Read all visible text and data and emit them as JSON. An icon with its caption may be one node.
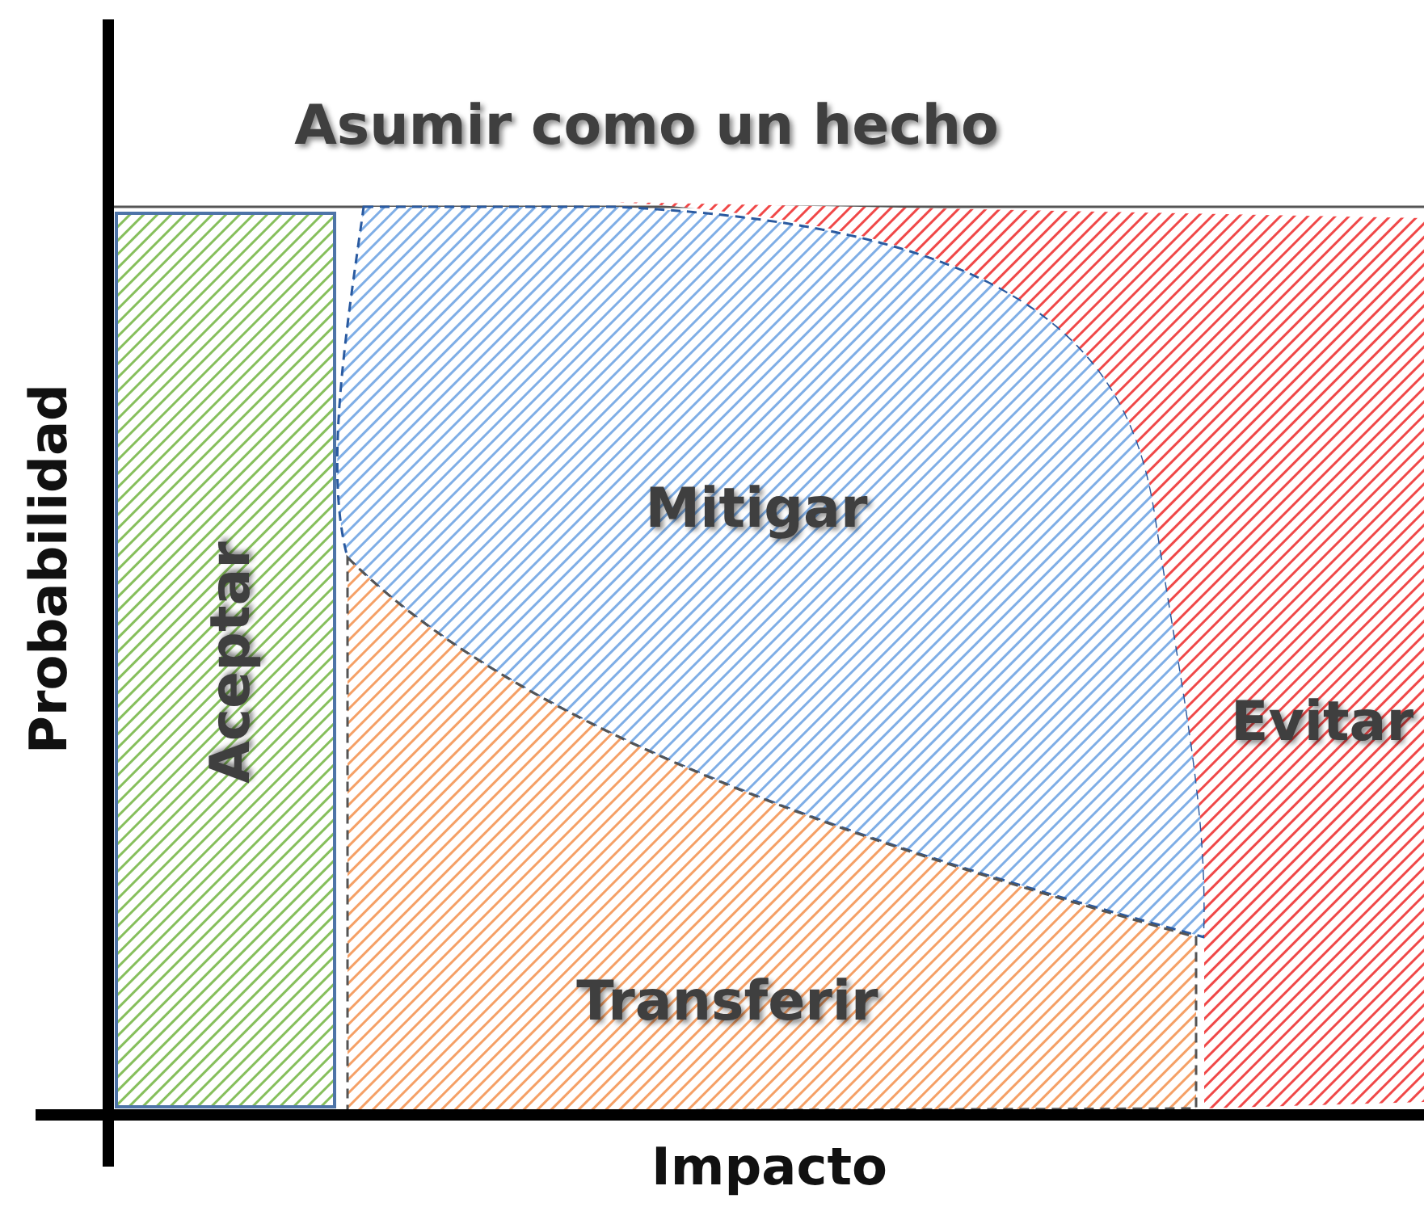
{
  "diagram": {
    "nodes": [
      {
        "text": [
          "Asumir como un hecho"
        ]
      },
      {
        "text": [
          "Aceptar"
        ]
      },
      {
        "text": [
          "Mitigar"
        ]
      },
      {
        "text": [
          "Transferir"
        ]
      },
      {
        "text": [
          "Evitar"
        ]
      }
    ],
    "labels": [
      "Probabilidad",
      "Impacto"
    ]
  }
}
